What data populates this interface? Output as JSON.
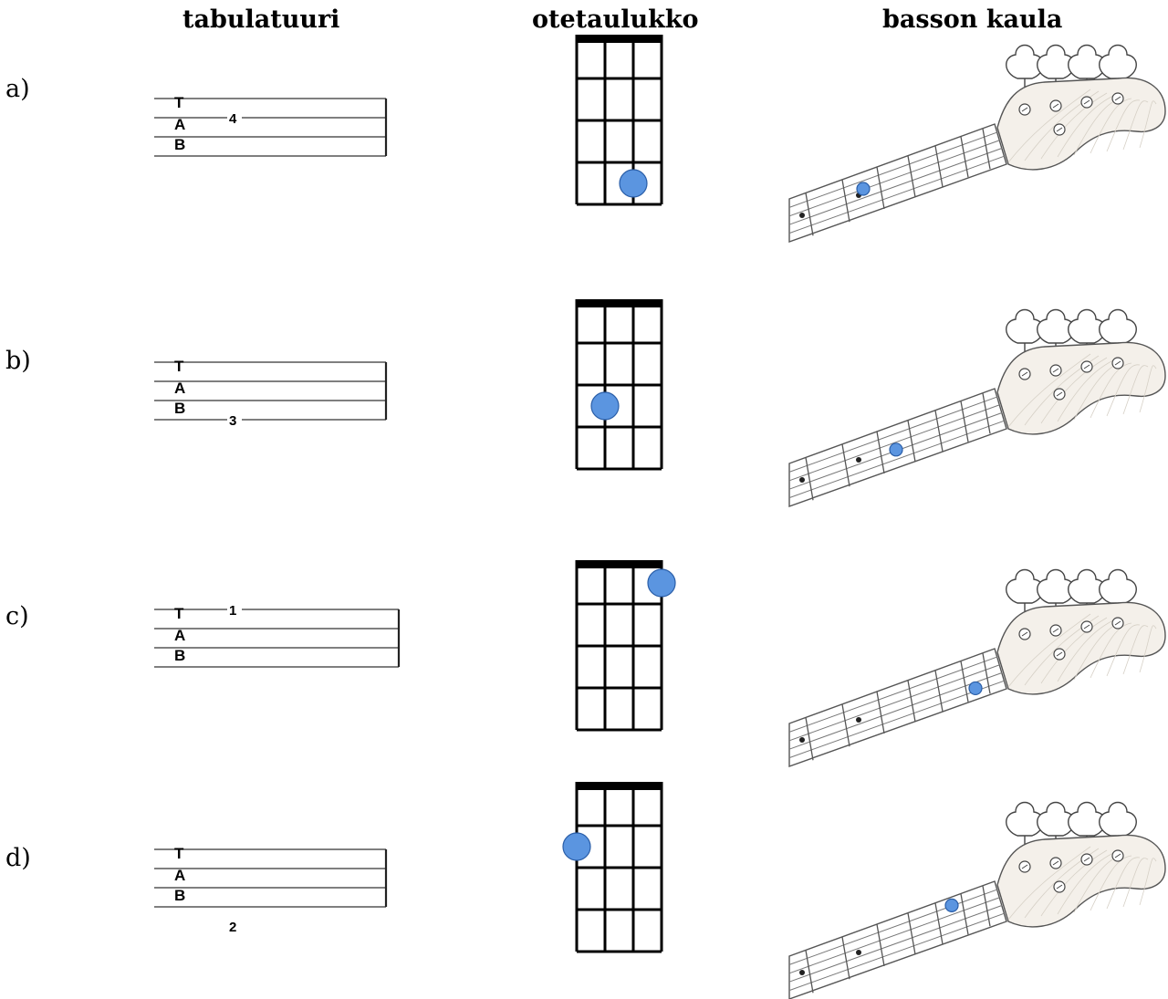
{
  "headers": {
    "tab": "tabulatuuri",
    "chart": "otetaulukko",
    "neck": "basson kaula"
  },
  "tab_clef": [
    "T",
    "A",
    "B"
  ],
  "rows": [
    {
      "label": "a)",
      "tab_number": "4",
      "tab_string": 1,
      "chart_string": 3,
      "chart_fret": 4,
      "neck_string": 2,
      "neck_fret": 5
    },
    {
      "label": "b)",
      "tab_number": "3",
      "tab_string": 3,
      "chart_string": 2,
      "chart_fret": 3,
      "neck_string": 3,
      "neck_fret": 4
    },
    {
      "label": "c)",
      "tab_number": "1",
      "tab_string": 0,
      "chart_string": 4,
      "chart_fret": 1,
      "neck_string": 4,
      "neck_fret": 1
    },
    {
      "label": "d)",
      "tab_number": "2",
      "tab_string": 4,
      "chart_string": 1,
      "chart_fret": 2,
      "neck_string": 1,
      "neck_fret": 2
    }
  ],
  "colors": {
    "dot_fill": "#5b95e0",
    "dot_stroke": "#2a5ea8",
    "neck_wood": "#f4f0ea",
    "line": "#000000"
  }
}
